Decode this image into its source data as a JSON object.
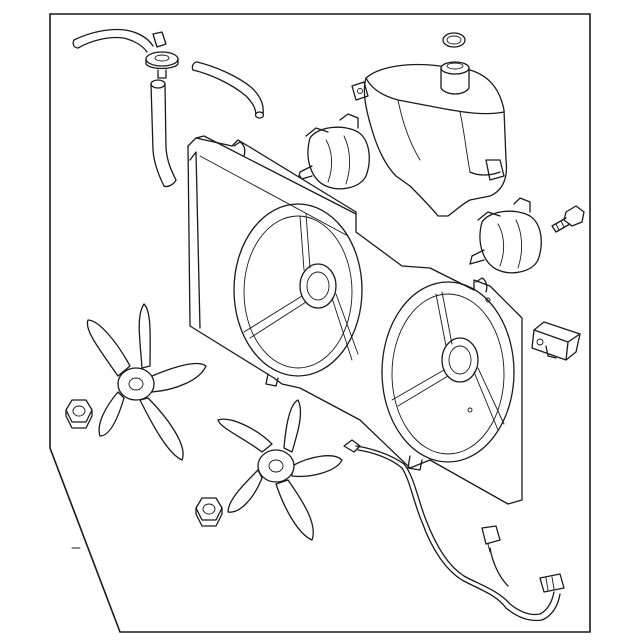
{
  "diagram": {
    "type": "exploded-parts-diagram",
    "background": "#ffffff",
    "line_color": "#1a1a1a",
    "parts": [
      {
        "id": "coolant-hose-upper",
        "icon": "hose-icon"
      },
      {
        "id": "reservoir-cap",
        "icon": "cap-icon"
      },
      {
        "id": "coolant-hose-vertical",
        "icon": "hose-icon"
      },
      {
        "id": "coolant-hose-short",
        "icon": "hose-icon"
      },
      {
        "id": "o-ring",
        "icon": "ring-icon"
      },
      {
        "id": "coolant-reservoir",
        "icon": "tank-icon"
      },
      {
        "id": "fan-motor-left",
        "icon": "motor-icon"
      },
      {
        "id": "fan-motor-right",
        "icon": "motor-icon"
      },
      {
        "id": "mounting-bolt",
        "icon": "bolt-icon"
      },
      {
        "id": "fan-shroud",
        "icon": "shroud-icon"
      },
      {
        "id": "resistor",
        "icon": "connector-icon"
      },
      {
        "id": "fan-blade-left",
        "icon": "fan-icon"
      },
      {
        "id": "fan-blade-right",
        "icon": "fan-icon"
      },
      {
        "id": "nut-left",
        "icon": "nut-icon"
      },
      {
        "id": "nut-right",
        "icon": "nut-icon"
      },
      {
        "id": "wiring-harness",
        "icon": "wire-icon"
      }
    ]
  }
}
